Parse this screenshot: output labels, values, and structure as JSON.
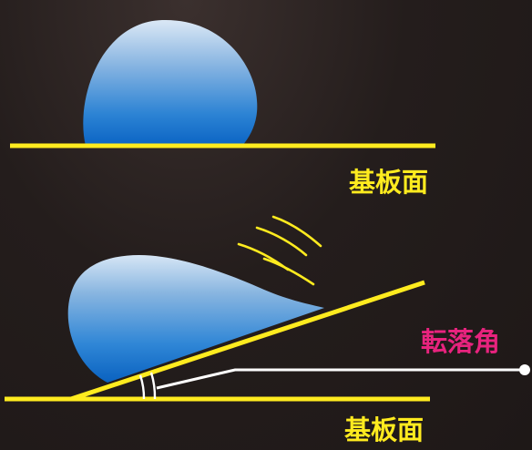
{
  "labels": {
    "substrate_top": "基板面",
    "substrate_bottom": "基板面",
    "sliding_angle": "転落角"
  },
  "colors": {
    "background": "#221b1a",
    "substrate_line": "#ffeb1f",
    "angle_label": "#e8237e",
    "droplet_top": "#cfe0f2",
    "droplet_bottom": "#0a63c2",
    "leader_line": "#ffffff"
  }
}
